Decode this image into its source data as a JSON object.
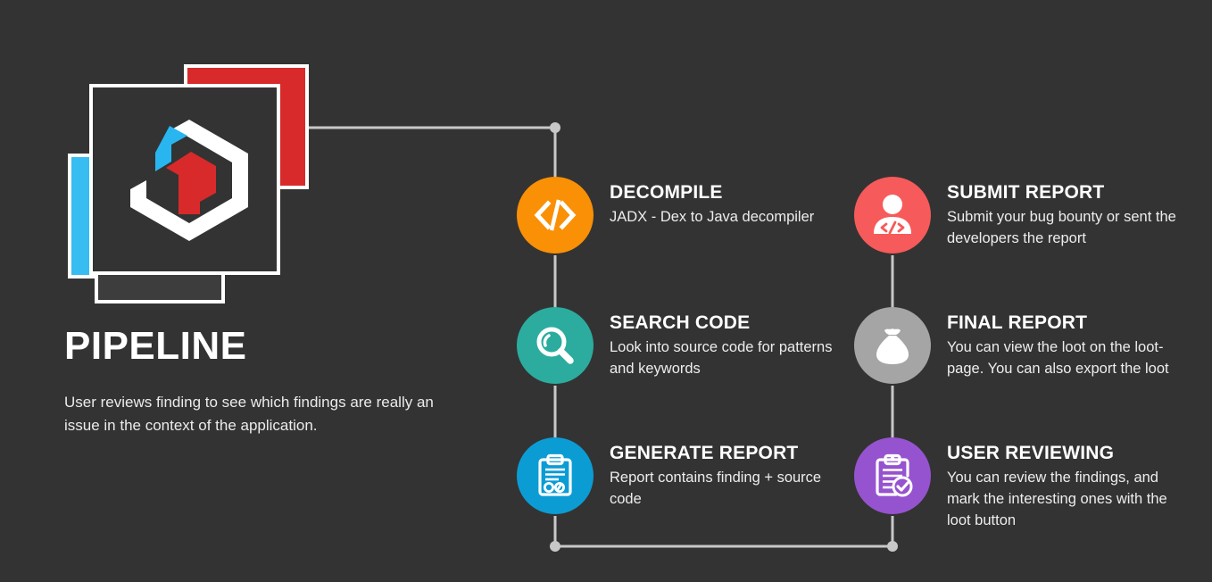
{
  "theme": {
    "background": "#333333",
    "text_primary": "#ffffff",
    "text_secondary": "#ededed",
    "connector": "#c8c8c8"
  },
  "logo": {
    "name": "pipeline-logo",
    "card_blue": "#37BDF2",
    "card_red": "#D82A2A",
    "mark_white": "#ffffff",
    "mark_blue": "#29B6F0",
    "mark_red": "#D82A2A"
  },
  "header": {
    "title": "PIPELINE",
    "description": "User reviews finding to see which findings are really an issue in the context of the application."
  },
  "steps": [
    {
      "id": "decompile",
      "title": "DECOMPILE",
      "description": "JADX - Dex to Java decompiler",
      "color": "#F99006",
      "icon": "code-brackets-icon",
      "column": "left"
    },
    {
      "id": "search-code",
      "title": "SEARCH CODE",
      "description": "Look into source code for patterns and keywords",
      "color": "#2BAC9E",
      "icon": "magnifier-icon",
      "column": "left"
    },
    {
      "id": "generate-report",
      "title": "GENERATE REPORT",
      "description": "Report contains finding + source code",
      "color": "#0C9CD4",
      "icon": "clipboard-report-icon",
      "column": "left"
    },
    {
      "id": "submit-report",
      "title": "SUBMIT REPORT",
      "description": "Submit your bug bounty or sent the developers the report",
      "color": "#F75A5A",
      "icon": "developer-person-icon",
      "column": "right"
    },
    {
      "id": "final-report",
      "title": "FINAL REPORT",
      "description": "You can view the loot on the loot-page. You can also export the loot",
      "color": "#A5A5A5",
      "icon": "loot-bag-icon",
      "column": "right"
    },
    {
      "id": "user-reviewing",
      "title": "USER REVIEWING",
      "description": "You can review the findings, and mark the interesting ones with the loot button",
      "color": "#9653CF",
      "icon": "clipboard-check-icon",
      "column": "right"
    }
  ],
  "connectors": {
    "top_horizontal": "logo to decompile",
    "left_vertical": "decompile to generate-report",
    "bottom_horizontal": "generate-report to user-reviewing",
    "right_vertical": "submit-report to user-reviewing"
  }
}
